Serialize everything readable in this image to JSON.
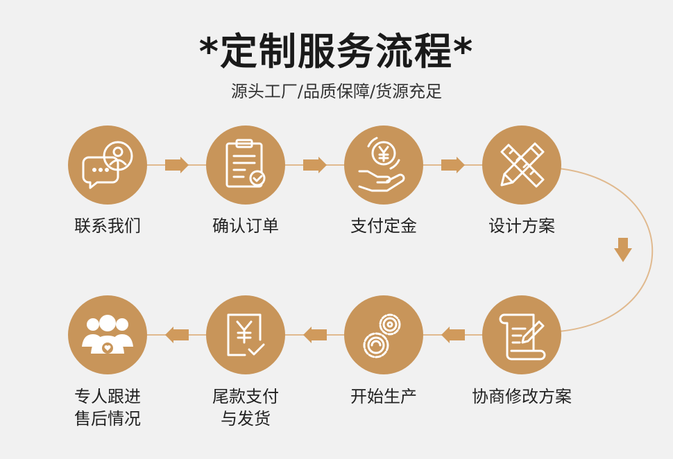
{
  "header": {
    "title": "*定制服务流程*",
    "subtitle": "源头工厂/品质保障/货源充足"
  },
  "steps": [
    {
      "label": "联系我们",
      "icon": "chat-bubbles-user-icon"
    },
    {
      "label": "确认订单",
      "icon": "clipboard-check-icon"
    },
    {
      "label": "支付定金",
      "icon": "hand-yen-coin-icon"
    },
    {
      "label": "设计方案",
      "icon": "pencil-ruler-icon"
    },
    {
      "label": "协商修改方案",
      "icon": "scroll-pen-icon"
    },
    {
      "label": "开始生产",
      "icon": "gears-icon"
    },
    {
      "label": "尾款支付",
      "label2": "与发货",
      "icon": "yen-document-check-icon"
    },
    {
      "label": "专人跟进",
      "label2": "售后情况",
      "icon": "group-heart-icon"
    }
  ],
  "colors": {
    "accent": "#c8955a",
    "arrow": "#d09a5c",
    "background": "#f1f1f1"
  }
}
